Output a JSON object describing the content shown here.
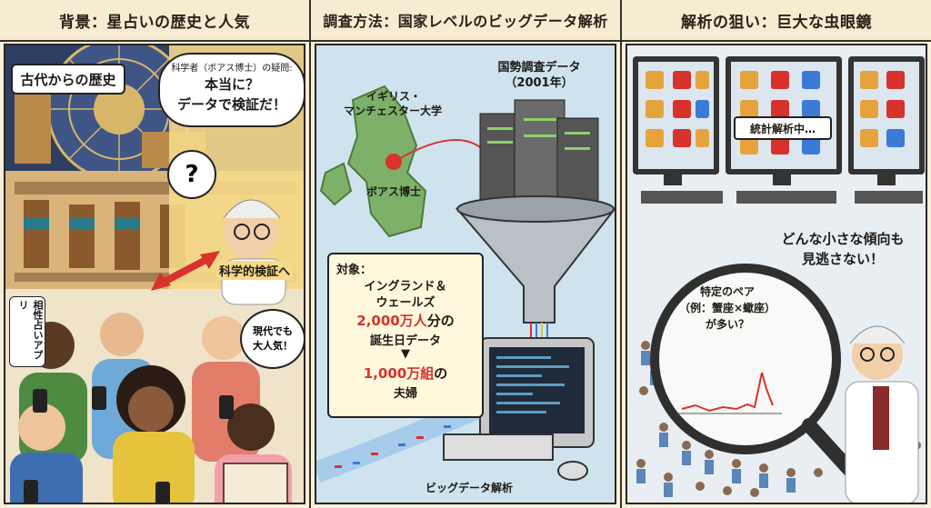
{
  "panels": [
    {
      "title": "背景：星占いの歴史と人気",
      "ancient_label": "古代からの歴史",
      "doubt_small": "科学者（ボアス博士）の疑問:",
      "doubt_big1": "本当に？",
      "doubt_big2": "データで検証だ！",
      "question_mark": "?",
      "verify_label": "科学的検証へ",
      "app_label": "相性占いアプリ",
      "popular_label1": "現代でも",
      "popular_label2": "大人気！"
    },
    {
      "title": "調査方法：国家レベルのビッグデータ解析",
      "census_title1": "国勢調査データ",
      "census_title2": "（2001年）",
      "uni_label1": "イギリス・",
      "uni_label2": "マンチェスター大学",
      "boas_label": "ボアス博士",
      "target_l1": "対象：",
      "target_l2": "イングランド＆",
      "target_l3": "ウェールズ",
      "target_l4a": "2,000万人",
      "target_l4b": "分の",
      "target_l5": "誕生日データ",
      "target_arrow": "▼",
      "target_l6a": "1,000万組",
      "target_l6b": "の",
      "target_l7": "夫婦",
      "bigdata_label": "ビッグデータ解析"
    },
    {
      "title": "解析の狙い：巨大な虫眼鏡",
      "stats_label": "統計解析中…",
      "tendency_l1": "どんな小さな傾向も",
      "tendency_l2": "見逃さない！",
      "lens_l1": "特定のペア",
      "lens_l2": "（例：蟹座×蠍座）",
      "lens_l3": "が多い？"
    }
  ],
  "colors": {
    "accent_red": "#d8322c",
    "header_bg": "#f5ecd2",
    "map_green": "#7db069",
    "sea_blue": "#cfe3ee"
  }
}
